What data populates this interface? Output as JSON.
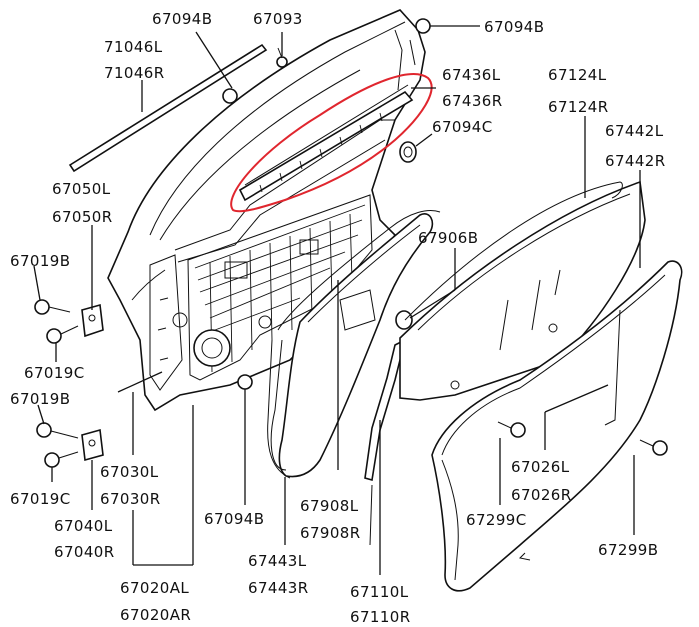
{
  "diagram": {
    "labels": {
      "p67094b_top": "67094B",
      "p67093": "67093",
      "p67094b_right": "67094B",
      "p71046l": "71046L",
      "p71046r": "71046R",
      "p67436l": "67436L",
      "p67436r": "67436R",
      "p67124l": "67124L",
      "p67124r": "67124R",
      "p67094c": "67094C",
      "p67442l": "67442L",
      "p67442r": "67442R",
      "p67050l": "67050L",
      "p67050r": "67050R",
      "p67906b": "67906B",
      "p67019b_top": "67019B",
      "p67019c_top": "67019C",
      "p67019b_bot": "67019B",
      "p67026l": "67026L",
      "p67026r": "67026R",
      "p67030l": "67030L",
      "p67030r": "67030R",
      "p67019c_bot": "67019C",
      "p67094b_bot": "67094B",
      "p67908l": "67908L",
      "p67908r": "67908R",
      "p67299c": "67299C",
      "p67040l": "67040L",
      "p67040r": "67040R",
      "p67299b": "67299B",
      "p67443l": "67443L",
      "p67443r": "67443R",
      "p67020al": "67020AL",
      "p67020ar": "67020AR",
      "p67110l": "67110L",
      "p67110r": "67110R"
    },
    "colors": {
      "ink": "#111111",
      "highlight": "#e0262e",
      "background": "#ffffff"
    }
  }
}
